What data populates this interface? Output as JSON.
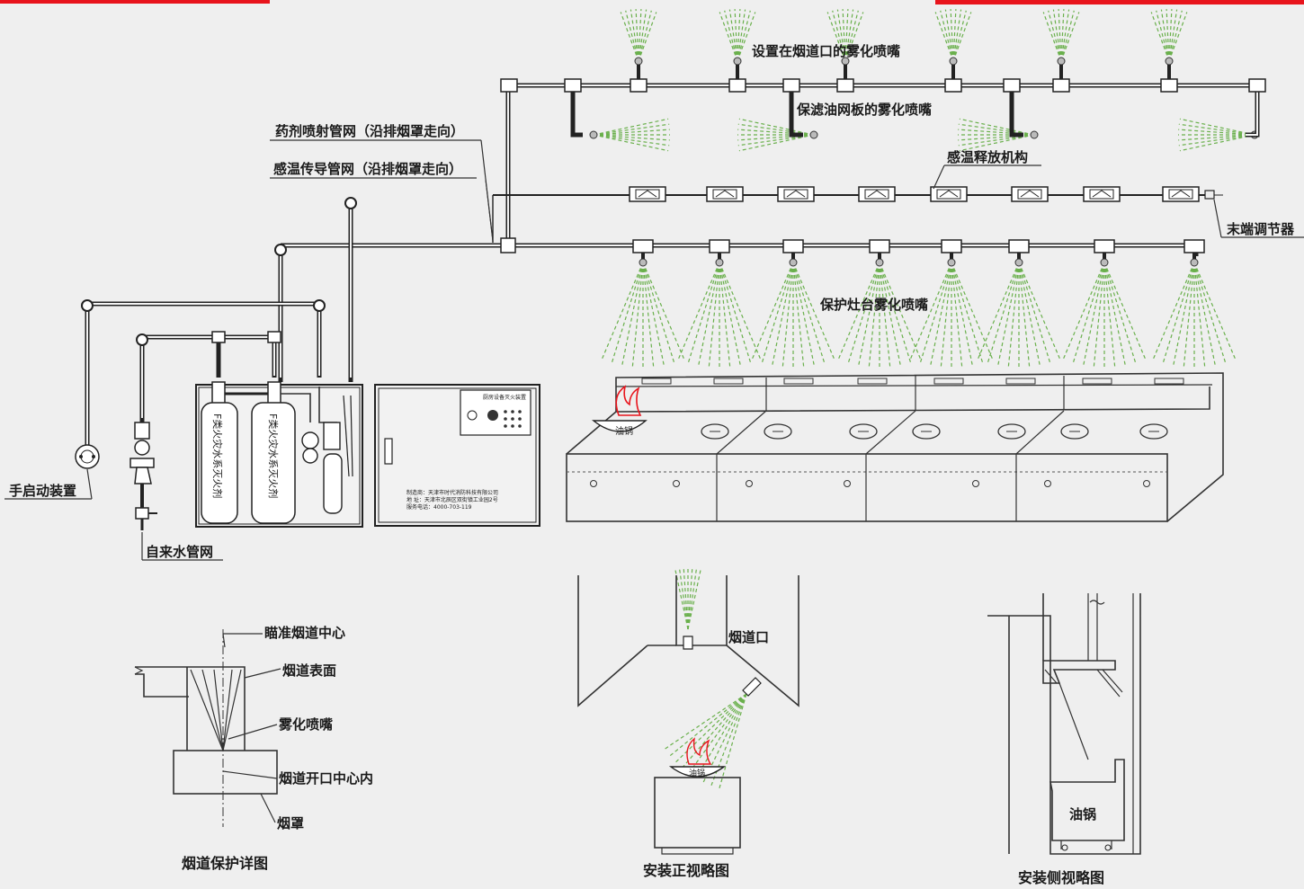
{
  "labels": {
    "nozzle_flue": "设置在烟道口的雾化喷嘴",
    "nozzle_filter": "保滤油网板的雾化喷嘴",
    "agent_pipe": "药剂喷射管网（沿排烟罩走向）",
    "sensor_pipe": "感温传导管网（沿排烟罩走向）",
    "thermal_release": "感温释放机构",
    "end_regulator": "末端调节器",
    "nozzle_stove": "保护灶台雾化喷嘴",
    "manual_start": "手启动装置",
    "water_main": "自来水管网",
    "wok": "油锅"
  },
  "cabinet": {
    "cylinder_label": "F类火灾水系灭火剂",
    "panel_title": "厨房设备灭火装置",
    "maker": "制造商：天津市时代消防科技有限公司",
    "address": "地    址：天津市北辰区双街镇工业园2号",
    "phone": "服务电话：4000-703-119"
  },
  "detail_flue": {
    "title": "烟道保护详图",
    "items": [
      "瞄准烟道中心",
      "烟道表面",
      "雾化喷嘴",
      "烟道开口中心内",
      "烟罩"
    ]
  },
  "detail_front": {
    "title": "安装正视略图",
    "flue_label": "烟道口",
    "wok": "油锅"
  },
  "detail_side": {
    "title": "安装侧视略图",
    "wok": "油锅"
  },
  "colors": {
    "accent": "#e8141c",
    "spray": "#6ab04c",
    "flame": "#e8141c",
    "line": "#222222"
  }
}
